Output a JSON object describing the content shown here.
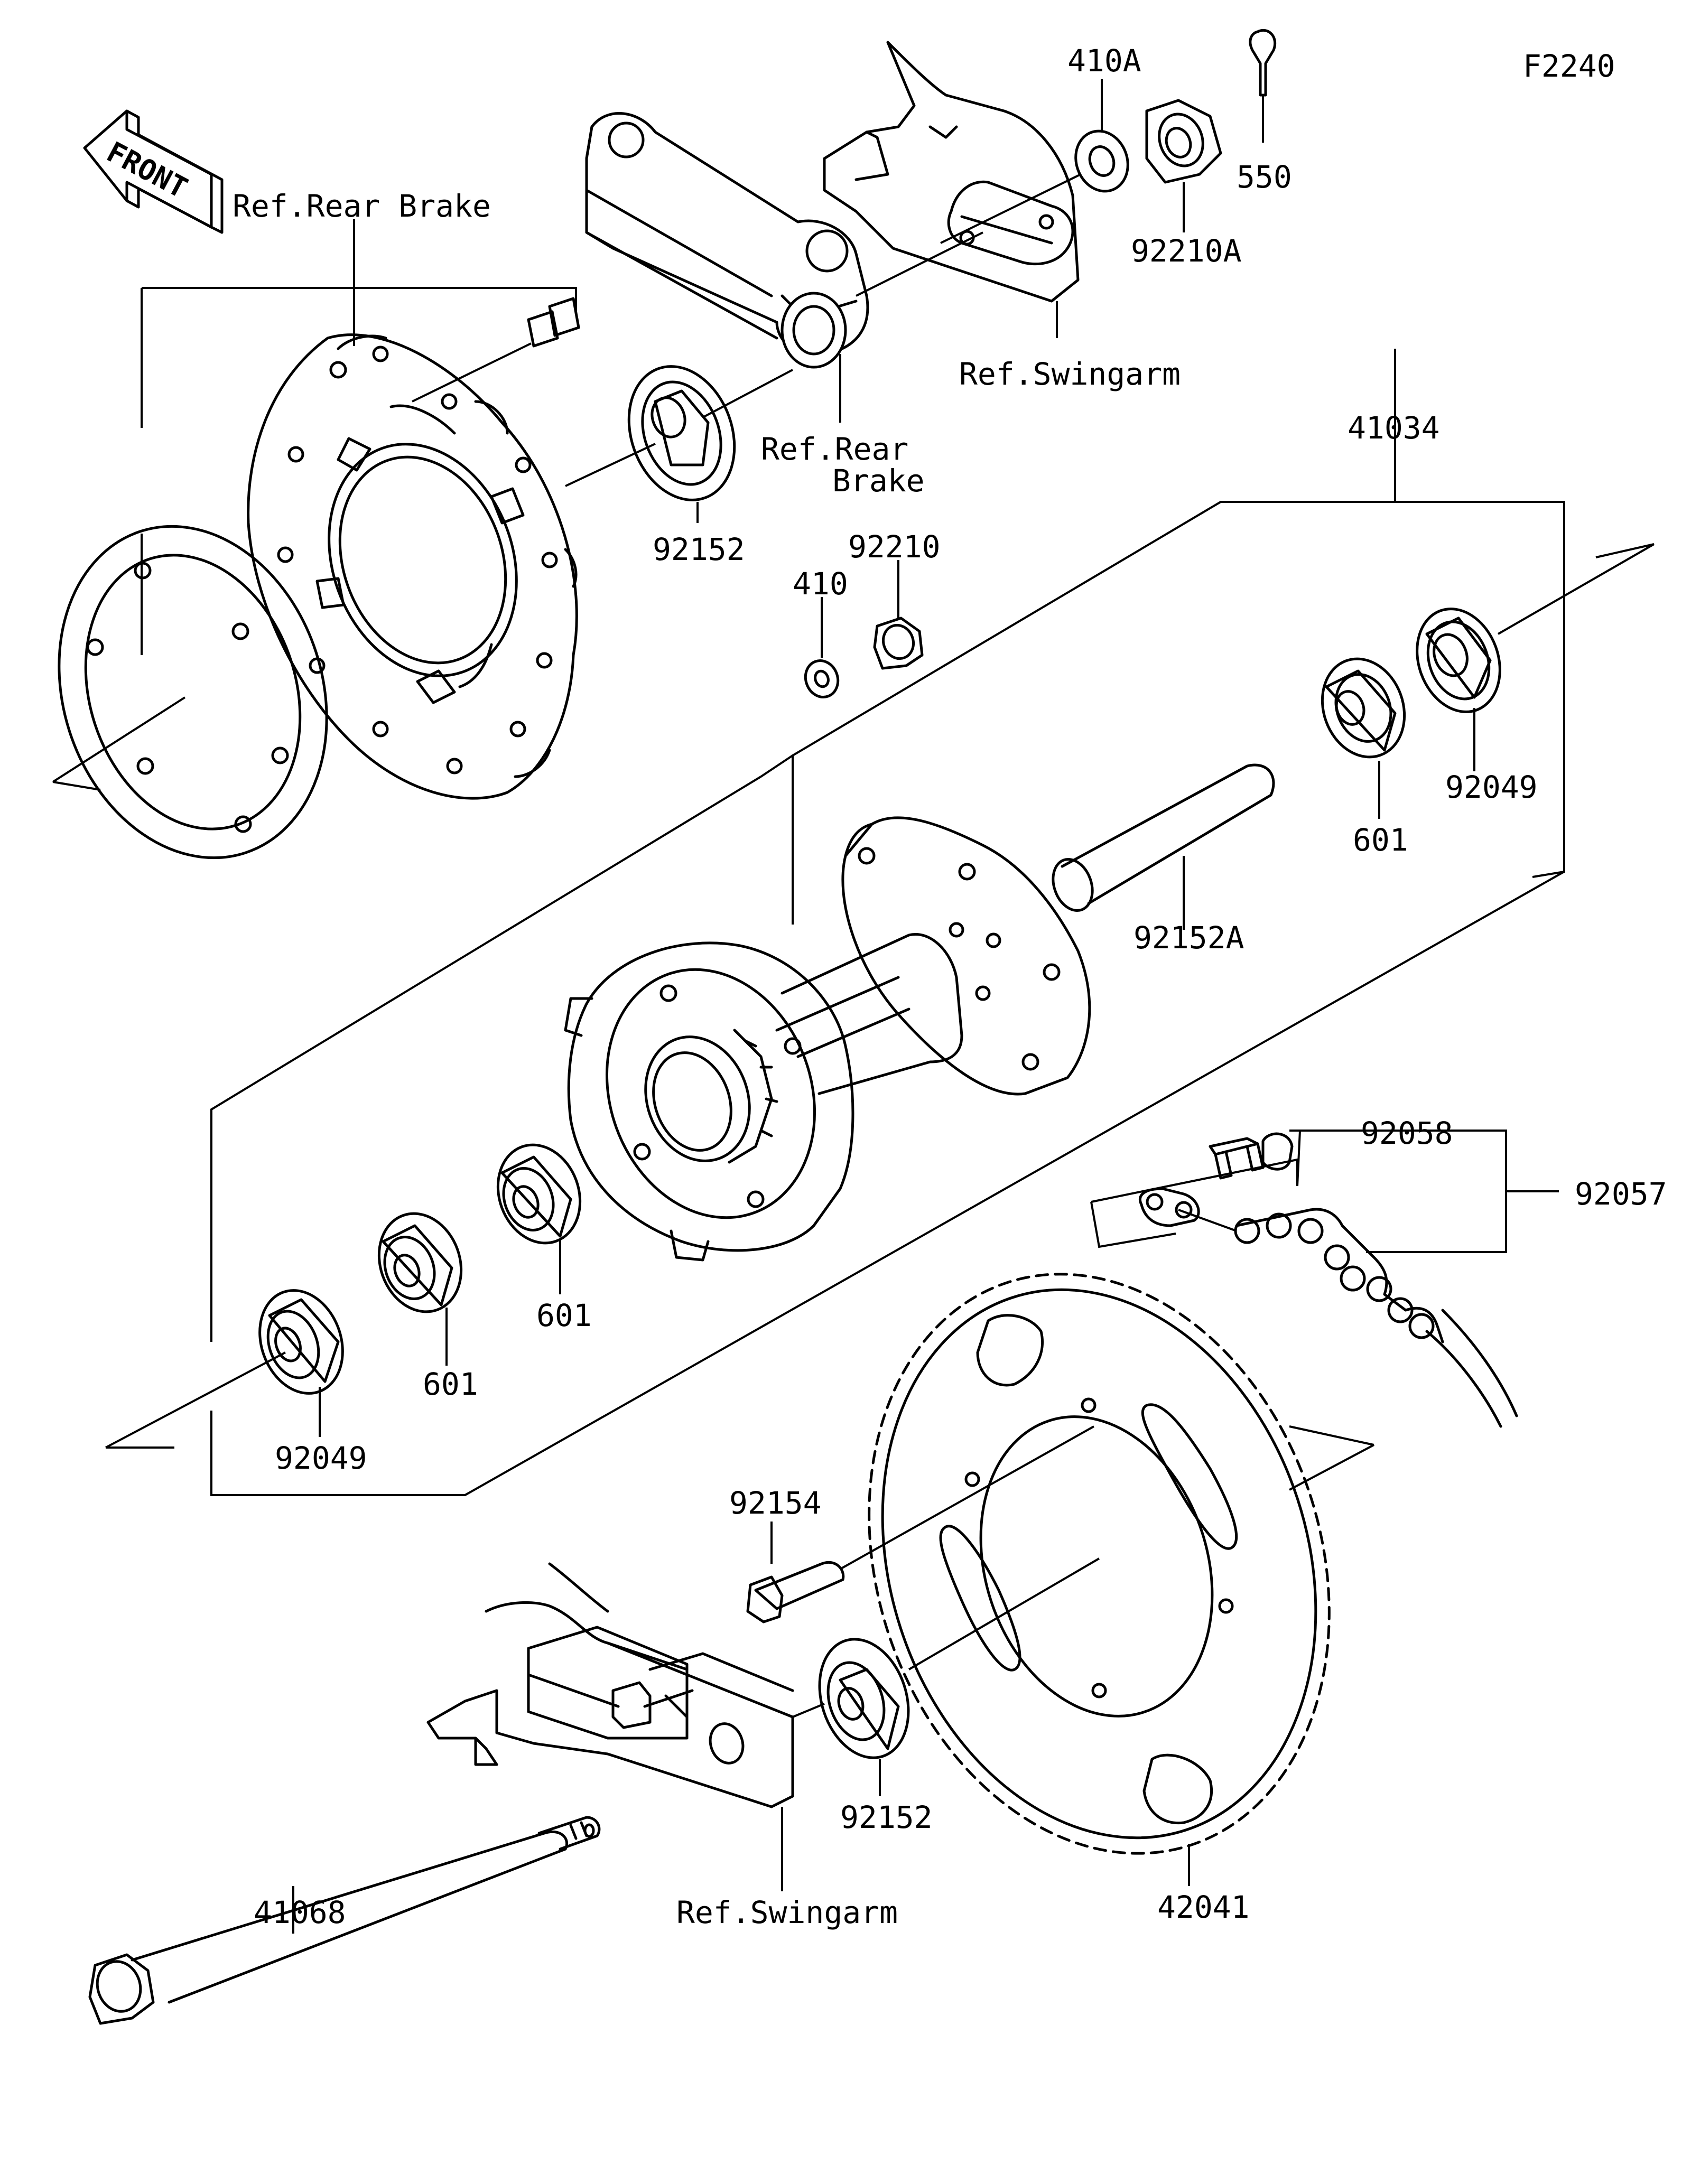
{
  "figure_code": "F2240",
  "front_badge": "FRONT",
  "labels": {
    "ref_rear_brake_1": "Ref.Rear Brake",
    "ref_rear_brake_2_line1": "Ref.Rear",
    "ref_rear_brake_2_line2": "Brake",
    "ref_swingarm_top": "Ref.Swingarm",
    "ref_swingarm_bottom": "Ref.Swingarm"
  },
  "parts": {
    "p410a": "410A",
    "p92210a": "92210A",
    "p550": "550",
    "p92152_top": "92152",
    "p41034": "41034",
    "p92210": "92210",
    "p410": "410",
    "p92049_right": "92049",
    "p601_right": "601",
    "p92152a": "92152A",
    "p92058": "92058",
    "p92057": "92057",
    "p601_mid": "601",
    "p601_left": "601",
    "p92049_left": "92049",
    "p92154": "92154",
    "p92152_bottom": "92152",
    "p41068": "41068",
    "p42041": "42041"
  }
}
